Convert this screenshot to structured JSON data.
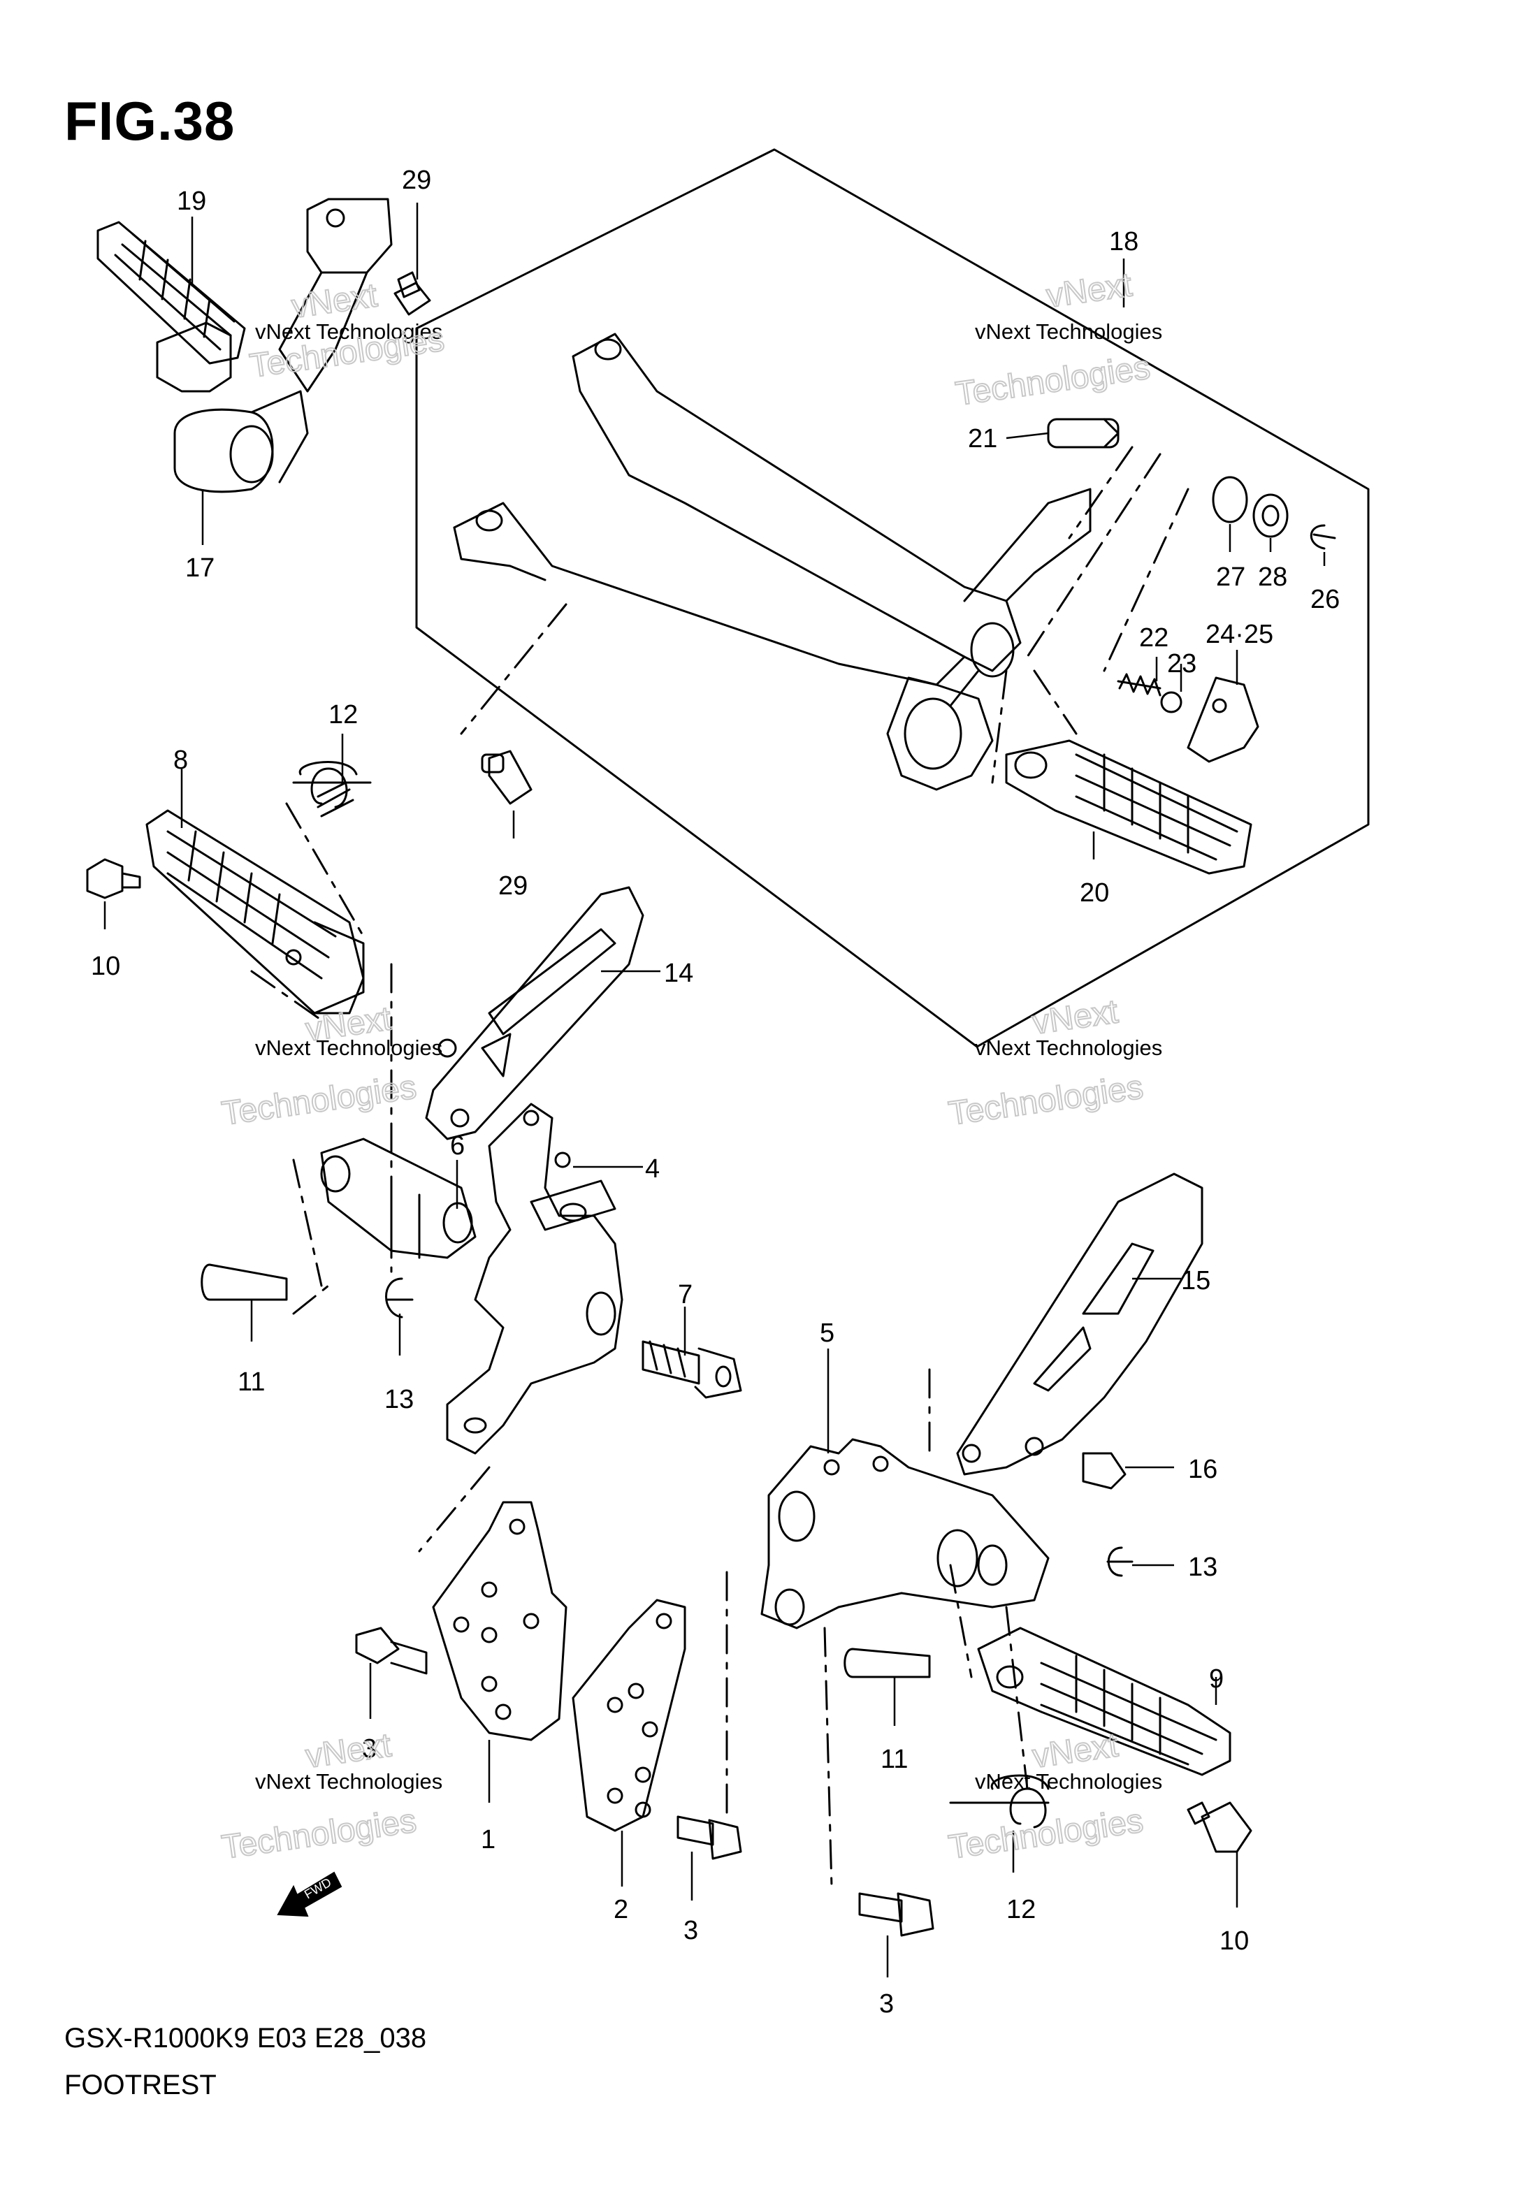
{
  "figure": {
    "title": "FIG.38",
    "model_code": "GSX-R1000K9 E03 E28_038",
    "name": "FOOTREST"
  },
  "watermark": {
    "line1": "vNext Technologies",
    "line2": "Technologies",
    "line3": "vNext"
  },
  "callouts": {
    "c1": "1",
    "c2": "2",
    "c3a": "3",
    "c3b": "3",
    "c3c": "3",
    "c4": "4",
    "c5": "5",
    "c6": "6",
    "c7": "7",
    "c8": "8",
    "c9": "9",
    "c10a": "10",
    "c10b": "10",
    "c11a": "11",
    "c11b": "11",
    "c12a": "12",
    "c12b": "12",
    "c13a": "13",
    "c13b": "13",
    "c14": "14",
    "c15": "15",
    "c16": "16",
    "c17": "17",
    "c18": "18",
    "c19": "19",
    "c20": "20",
    "c21": "21",
    "c22": "22",
    "c23": "23",
    "c24_25": "24·25",
    "c26": "26",
    "c27": "27",
    "c28": "28",
    "c29a": "29",
    "c29b": "29"
  },
  "icons": {
    "fwd_arrow": "FWD"
  }
}
